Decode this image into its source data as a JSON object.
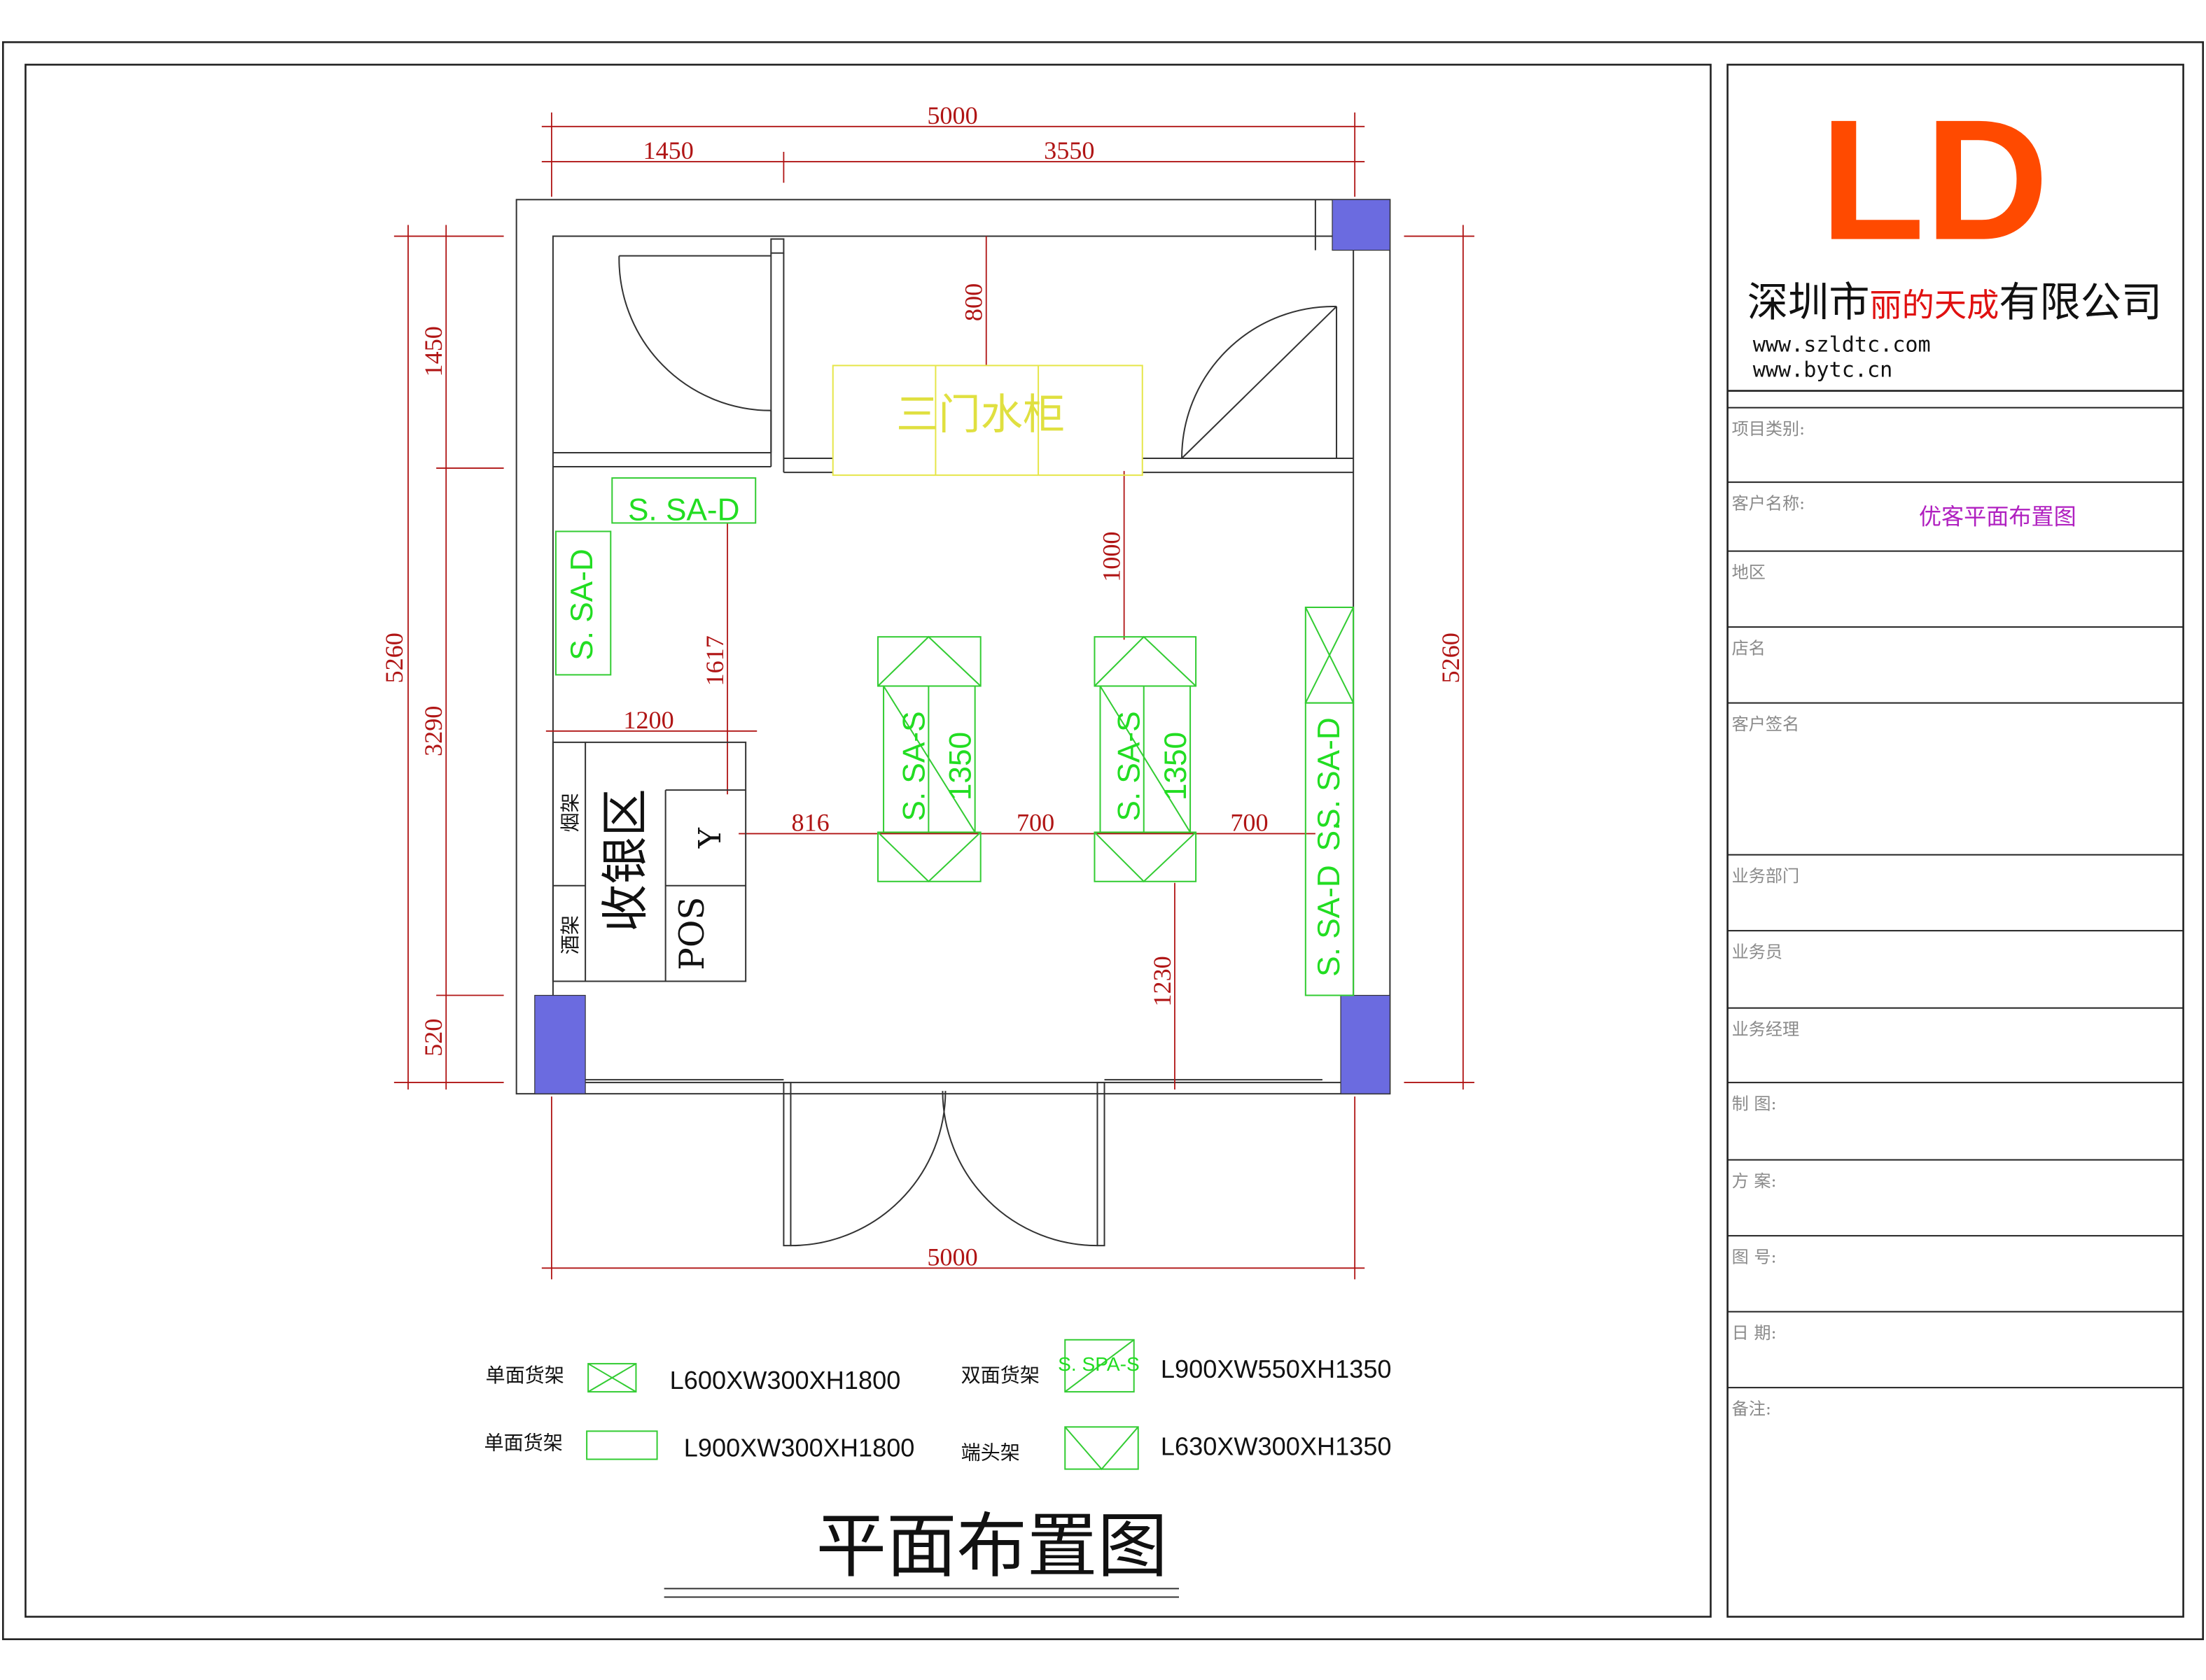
{
  "title_block": {
    "logo": "LD",
    "company_prefix": "深圳市",
    "company_brand": "丽的天成",
    "company_suffix": "有限公司",
    "url1": "www.szldtc.com",
    "url2": "www.bytc.cn",
    "fields": [
      {
        "label": "项目类别:",
        "value": ""
      },
      {
        "label": "客户名称:",
        "value": "优客平面布置图"
      },
      {
        "label": "地区",
        "value": ""
      },
      {
        "label": "店名",
        "value": ""
      },
      {
        "label": "客户签名",
        "value": ""
      },
      {
        "label": "业务部门",
        "value": ""
      },
      {
        "label": "业务员",
        "value": ""
      },
      {
        "label": "业务经理",
        "value": ""
      },
      {
        "label": "制 图:",
        "value": ""
      },
      {
        "label": "方 案:",
        "value": ""
      },
      {
        "label": "图 号:",
        "value": ""
      },
      {
        "label": "日 期:",
        "value": ""
      },
      {
        "label": "备注:",
        "value": ""
      }
    ],
    "colors": {
      "logo": "#ff4a00",
      "brand": "#e01010",
      "value": "#b020c0"
    }
  },
  "plan": {
    "dims": {
      "top_total": "5000",
      "top_left": "1450",
      "top_right": "3550",
      "left_total": "5260",
      "left_top": "1450",
      "left_mid": "3290",
      "left_bottom": "520",
      "right_total": "5260",
      "bottom_total": "5000",
      "d800": "800",
      "d1000": "1000",
      "d1617": "1617",
      "d1200": "1200",
      "d816": "816",
      "d700a": "700",
      "d700b": "700",
      "d1230": "1230"
    },
    "shelves": {
      "top": "S. SA-D",
      "left": "S. SA-D",
      "island1": "S. SA-S",
      "island1_len": "1350",
      "island2": "S. SA-S",
      "island2_len": "1350",
      "right_upper": "S. SA-D",
      "right_lower": "S. SA-D",
      "right_mid": "S."
    },
    "water_cabinet": "三门水柜",
    "cashier": {
      "area": "收银区",
      "cigarette": "烟架",
      "wine": "酒架",
      "cash": "Y",
      "pos": "POS"
    }
  },
  "legend": [
    {
      "name": "单面货架",
      "spec": "L600XW300XH1800"
    },
    {
      "name": "单面货架",
      "spec": "L900XW300XH1800"
    },
    {
      "name": "双面货架",
      "tag": "S. SPA-S",
      "spec": "L900XW550XH1350"
    },
    {
      "name": "端头架",
      "spec": "L630XW300XH1350"
    }
  ],
  "drawing_title": "平面布置图"
}
